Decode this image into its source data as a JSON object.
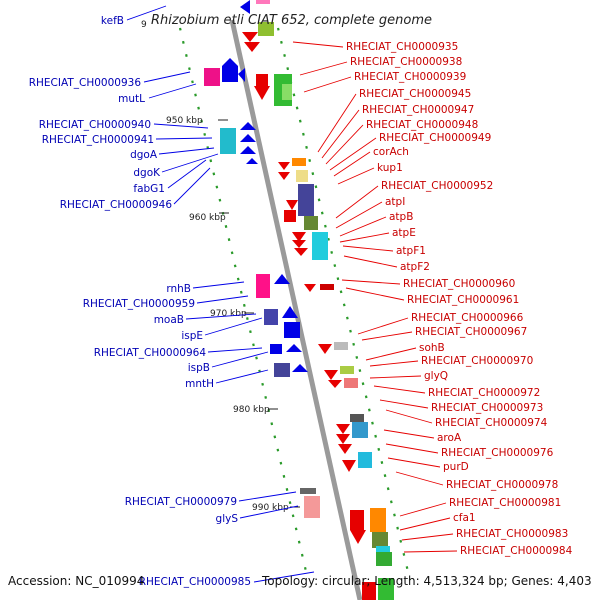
{
  "title": "Rhizobium etli CIAT 652, complete genome",
  "top_partial_tick": "9",
  "ticks": [
    "950 kbp",
    "960 kbp",
    "970 kbp",
    "980 kbp",
    "990 kbp"
  ],
  "left_genes": [
    "kefB",
    "RHECIAT_CH0000936",
    "mutL",
    "RHECIAT_CH0000940",
    "RHECIAT_CH0000941",
    "dgoA",
    "dgoK",
    "fabG1",
    "RHECIAT_CH0000946",
    "rnhB",
    "RHECIAT_CH0000959",
    "moaB",
    "ispE",
    "RHECIAT_CH0000964",
    "ispB",
    "mntH",
    "RHECIAT_CH0000979",
    "glyS",
    "RHECIAT_CH0000985"
  ],
  "right_genes": [
    "RHECIAT_CH0000935",
    "RHECIAT_CH0000938",
    "RHECIAT_CH0000939",
    "RHECIAT_CH0000945",
    "RHECIAT_CH0000947",
    "RHECIAT_CH0000948",
    "RHECIAT_CH0000949",
    "corAch",
    "kup1",
    "RHECIAT_CH0000952",
    "atpI",
    "atpB",
    "atpE",
    "atpF1",
    "atpF2",
    "RHECIAT_CH0000960",
    "RHECIAT_CH0000961",
    "RHECIAT_CH0000966",
    "RHECIAT_CH0000967",
    "sohB",
    "RHECIAT_CH0000970",
    "glyQ",
    "RHECIAT_CH0000972",
    "RHECIAT_CH0000973",
    "RHECIAT_CH0000974",
    "aroA",
    "RHECIAT_CH0000976",
    "purD",
    "RHECIAT_CH0000978",
    "RHECIAT_CH0000981",
    "cfa1",
    "RHECIAT_CH0000983",
    "RHECIAT_CH0000984"
  ],
  "footer": {
    "accession": "Accession: NC_010994",
    "topology": "Topology: circular; Length: 4,513,324 bp; Genes: 4,403"
  },
  "colors": {
    "backbone": "#9a9a9a",
    "forward_strand": "#0000e6",
    "reverse_strand": "#e60000",
    "dots": "#2a9a2a"
  }
}
